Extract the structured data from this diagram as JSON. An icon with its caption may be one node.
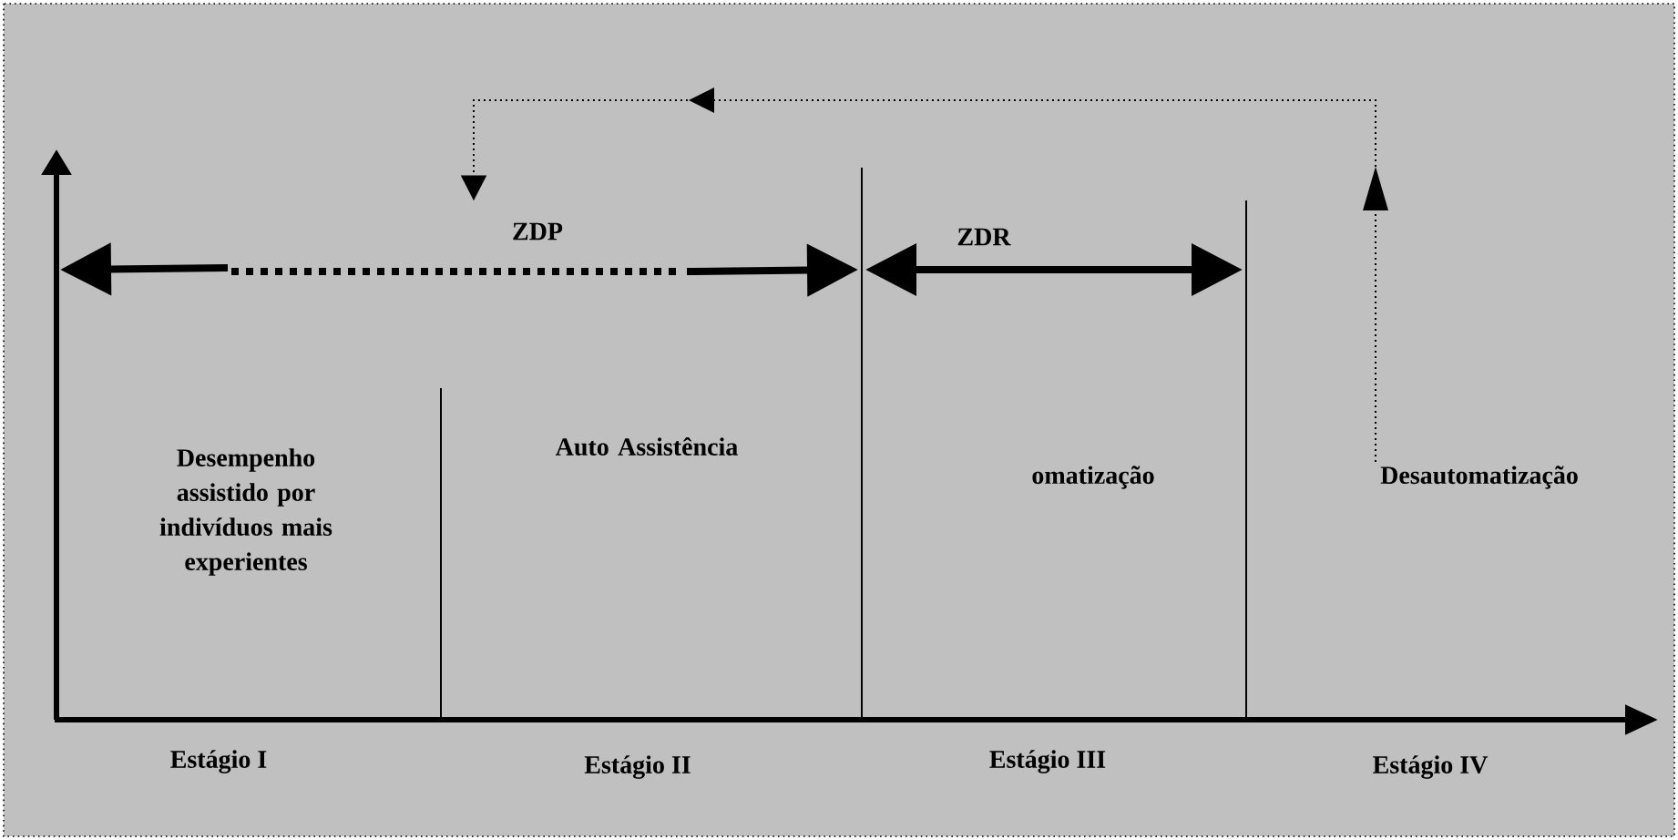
{
  "diagram": {
    "nodes": [
      {
        "text": [
          "Desempenho assistido por indivíduos mais experientes"
        ]
      },
      {
        "text": [
          "Auto Assistência"
        ]
      },
      {
        "text": [
          "omatização"
        ]
      },
      {
        "text": [
          "Desautomatização"
        ]
      },
      {
        "text": [
          "ZDP"
        ]
      }
    ],
    "edges": [
      {
        "from": 3,
        "to": 4,
        "arrow": "to",
        "style": "dashed"
      }
    ],
    "labels": [
      "ZDR",
      "Estágio I",
      "Estágio II",
      "Estágio III",
      "Estágio IV"
    ]
  }
}
